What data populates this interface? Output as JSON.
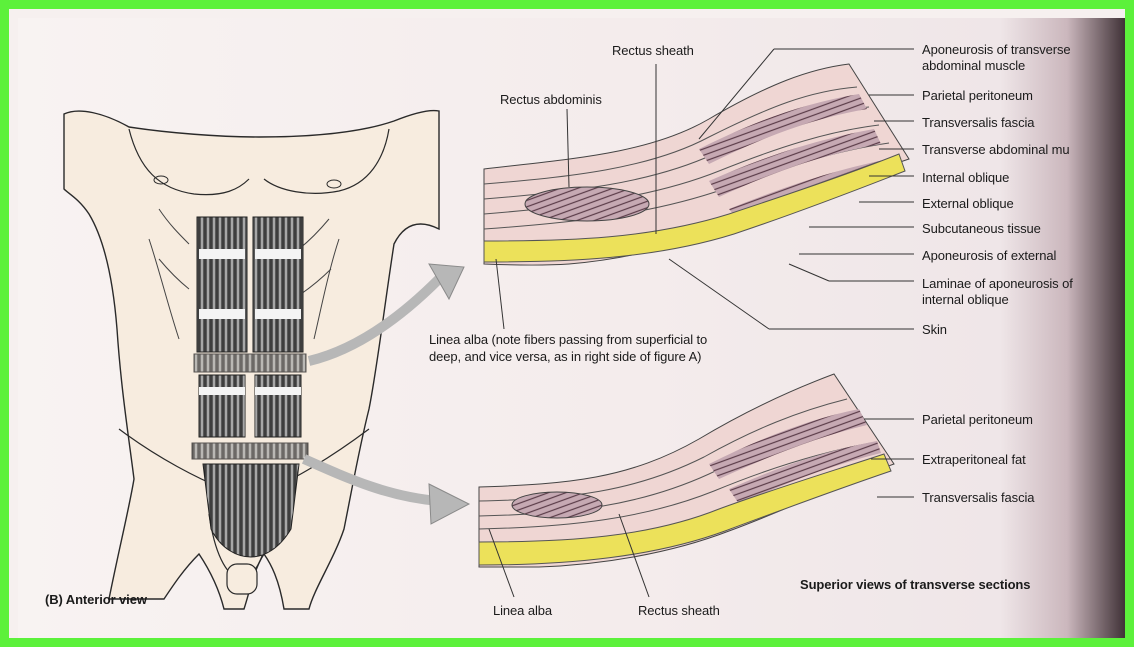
{
  "figure": {
    "panel_title": "(B) Anterior view",
    "caption": "Superior views of transverse sections",
    "colors": {
      "border": "#5cf13b",
      "skin_fat": "#ece15a",
      "muscle": "#6b4a55",
      "paper": "#f6f0ef"
    }
  },
  "upper_section": {
    "labels": {
      "rectus_sheath": "Rectus sheath",
      "rectus_abdominis": "Rectus abdominis",
      "linea_alba_line1": "Linea alba (note fibers passing from superficial to",
      "linea_alba_line2": "deep, and vice versa, as in right side of figure A)"
    },
    "right_labels": [
      "Aponeurosis of transverse",
      "abdominal muscle",
      "Parietal peritoneum",
      "Transversalis fascia",
      "Transverse abdominal mu",
      "Internal oblique",
      "External oblique",
      "Subcutaneous tissue",
      "Aponeurosis of external",
      "Laminae of aponeurosis of",
      "internal oblique",
      "Skin"
    ]
  },
  "lower_section": {
    "right_labels": [
      "Parietal peritoneum",
      "Extraperitoneal fat",
      "Transversalis fascia"
    ],
    "bottom_labels": {
      "linea_alba": "Linea alba",
      "rectus_sheath": "Rectus sheath"
    }
  }
}
